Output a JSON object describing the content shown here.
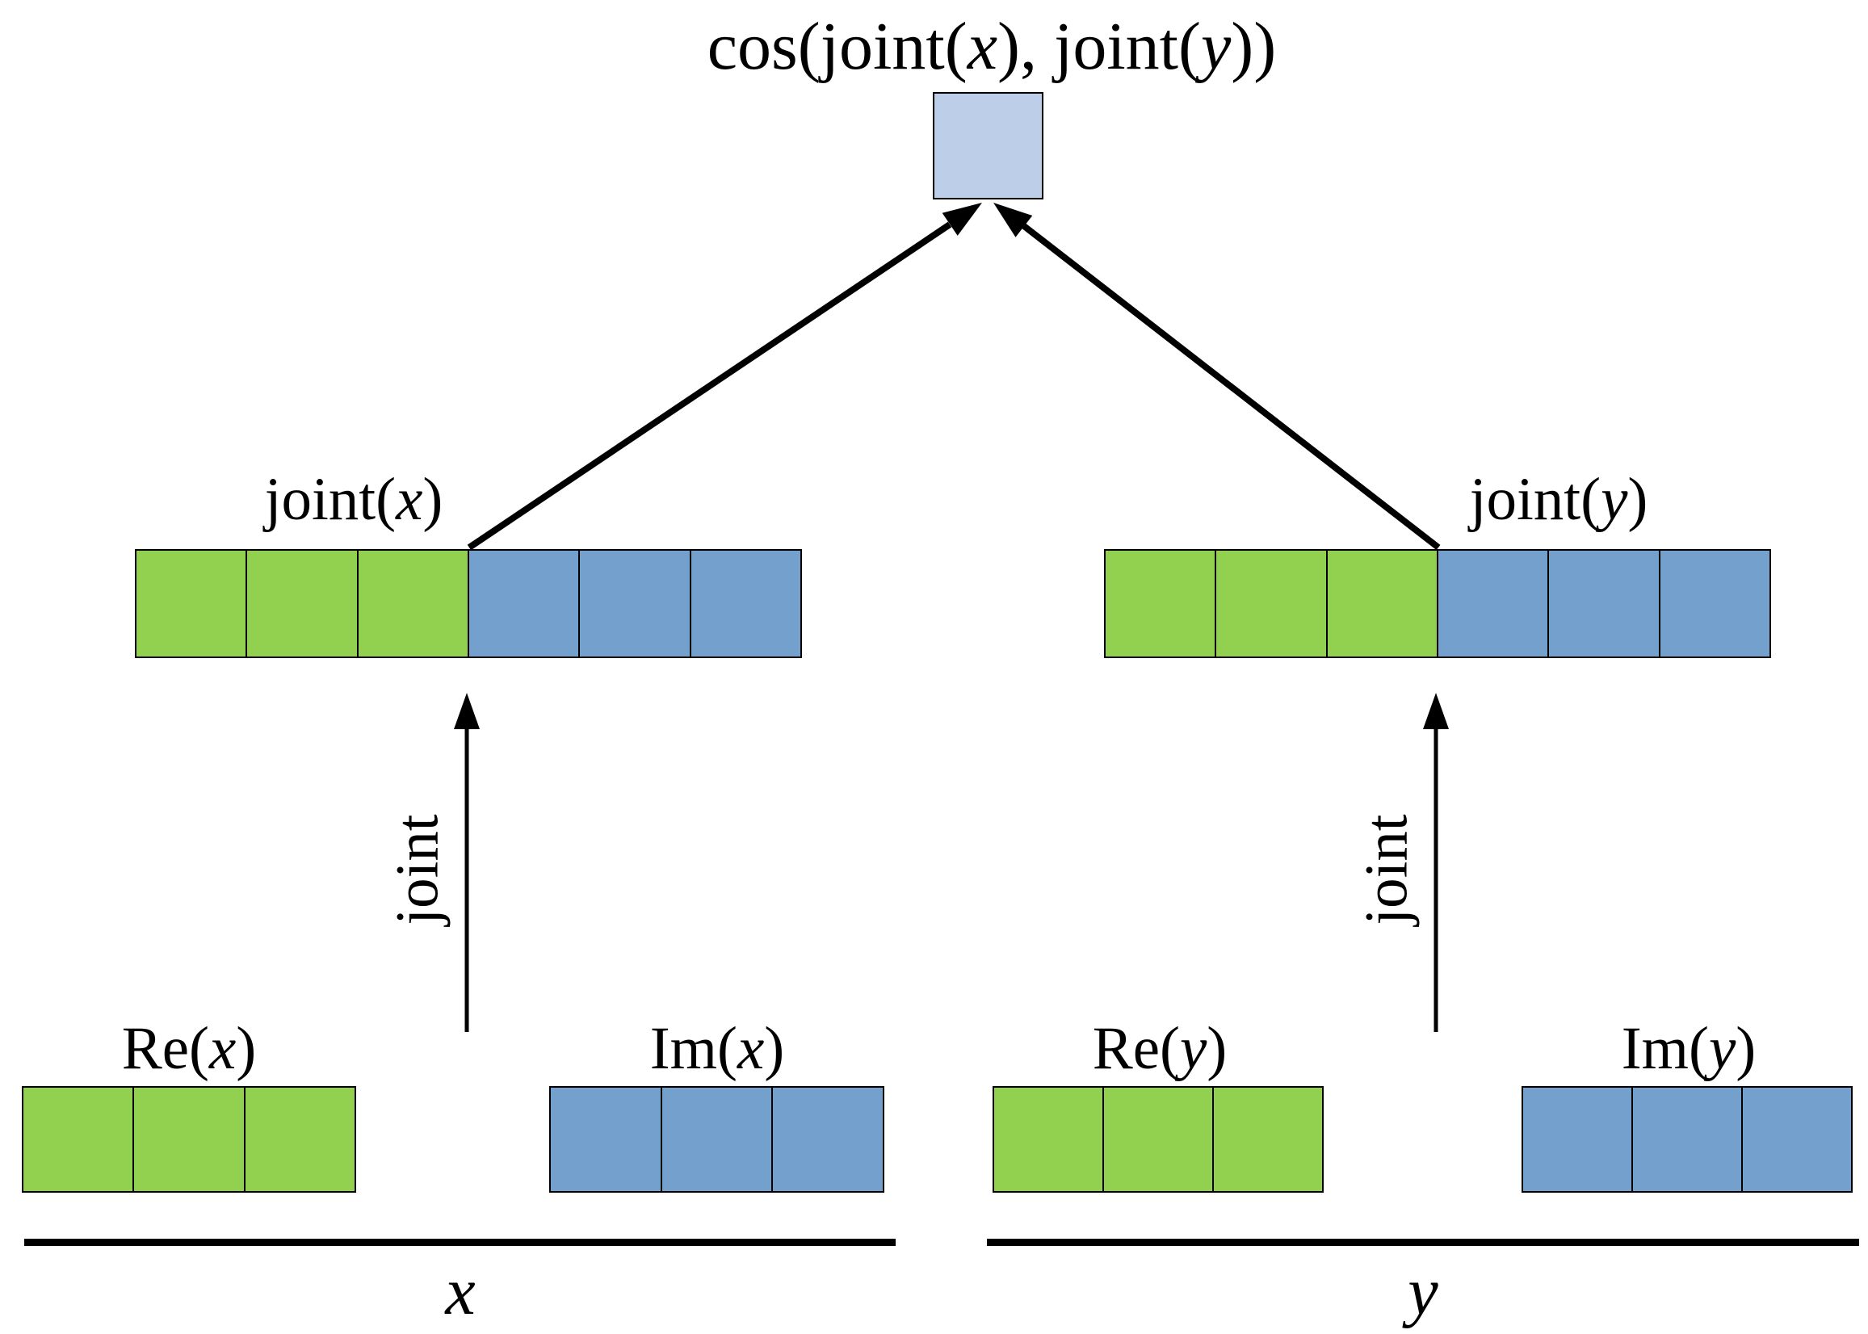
{
  "colors": {
    "green": "#92d050",
    "blue": "#73a0cd",
    "lightblue": "#bdcfe8",
    "line": "#000000"
  },
  "title": {
    "pre": "cos(joint(",
    "var1": "x",
    "mid": "), joint(",
    "var2": "y",
    "post": "))"
  },
  "left": {
    "joint_label": {
      "pre": "joint(",
      "var": "x",
      "post": ")"
    },
    "operator_label": "joint",
    "re_label": {
      "pre": "Re(",
      "var": "x",
      "post": ")"
    },
    "im_label": {
      "pre": "Im(",
      "var": "x",
      "post": ")"
    },
    "group_label": "x",
    "joint_vector": {
      "green_cells": 3,
      "blue_cells": 3
    },
    "re_vector": {
      "cells": 3
    },
    "im_vector": {
      "cells": 3
    }
  },
  "right": {
    "joint_label": {
      "pre": "joint(",
      "var": "y",
      "post": ")"
    },
    "operator_label": "joint",
    "re_label": {
      "pre": "Re(",
      "var": "y",
      "post": ")"
    },
    "im_label": {
      "pre": "Im(",
      "var": "y",
      "post": ")"
    },
    "group_label": "y",
    "joint_vector": {
      "green_cells": 3,
      "blue_cells": 3
    },
    "re_vector": {
      "cells": 3
    },
    "im_vector": {
      "cells": 3
    }
  }
}
